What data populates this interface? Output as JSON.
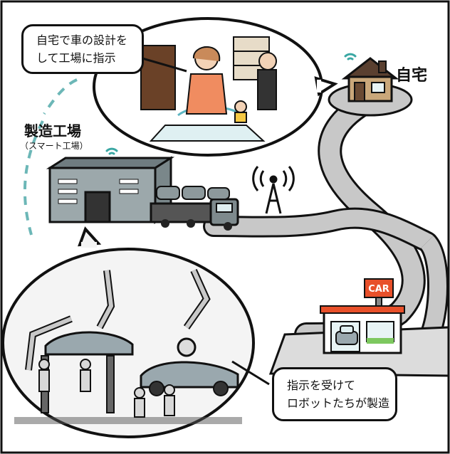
{
  "labels": {
    "home": "自宅",
    "factory": "製造工場",
    "factory_sub": "（スマート工場）",
    "store_sign": "CAR"
  },
  "callouts": {
    "home_design": [
      "自宅で車の設計を",
      "して工場に指示"
    ],
    "robots": [
      "指示を受けて",
      "ロボットたちが製造"
    ]
  },
  "colors": {
    "dashed_line": "#6cb7b7",
    "wifi": "#3aa7a3",
    "store_sign": "#e8502a",
    "factory_wall": "#9ca8ab",
    "road": "#c8c8c8",
    "floor_panel": "#dff0f2"
  }
}
